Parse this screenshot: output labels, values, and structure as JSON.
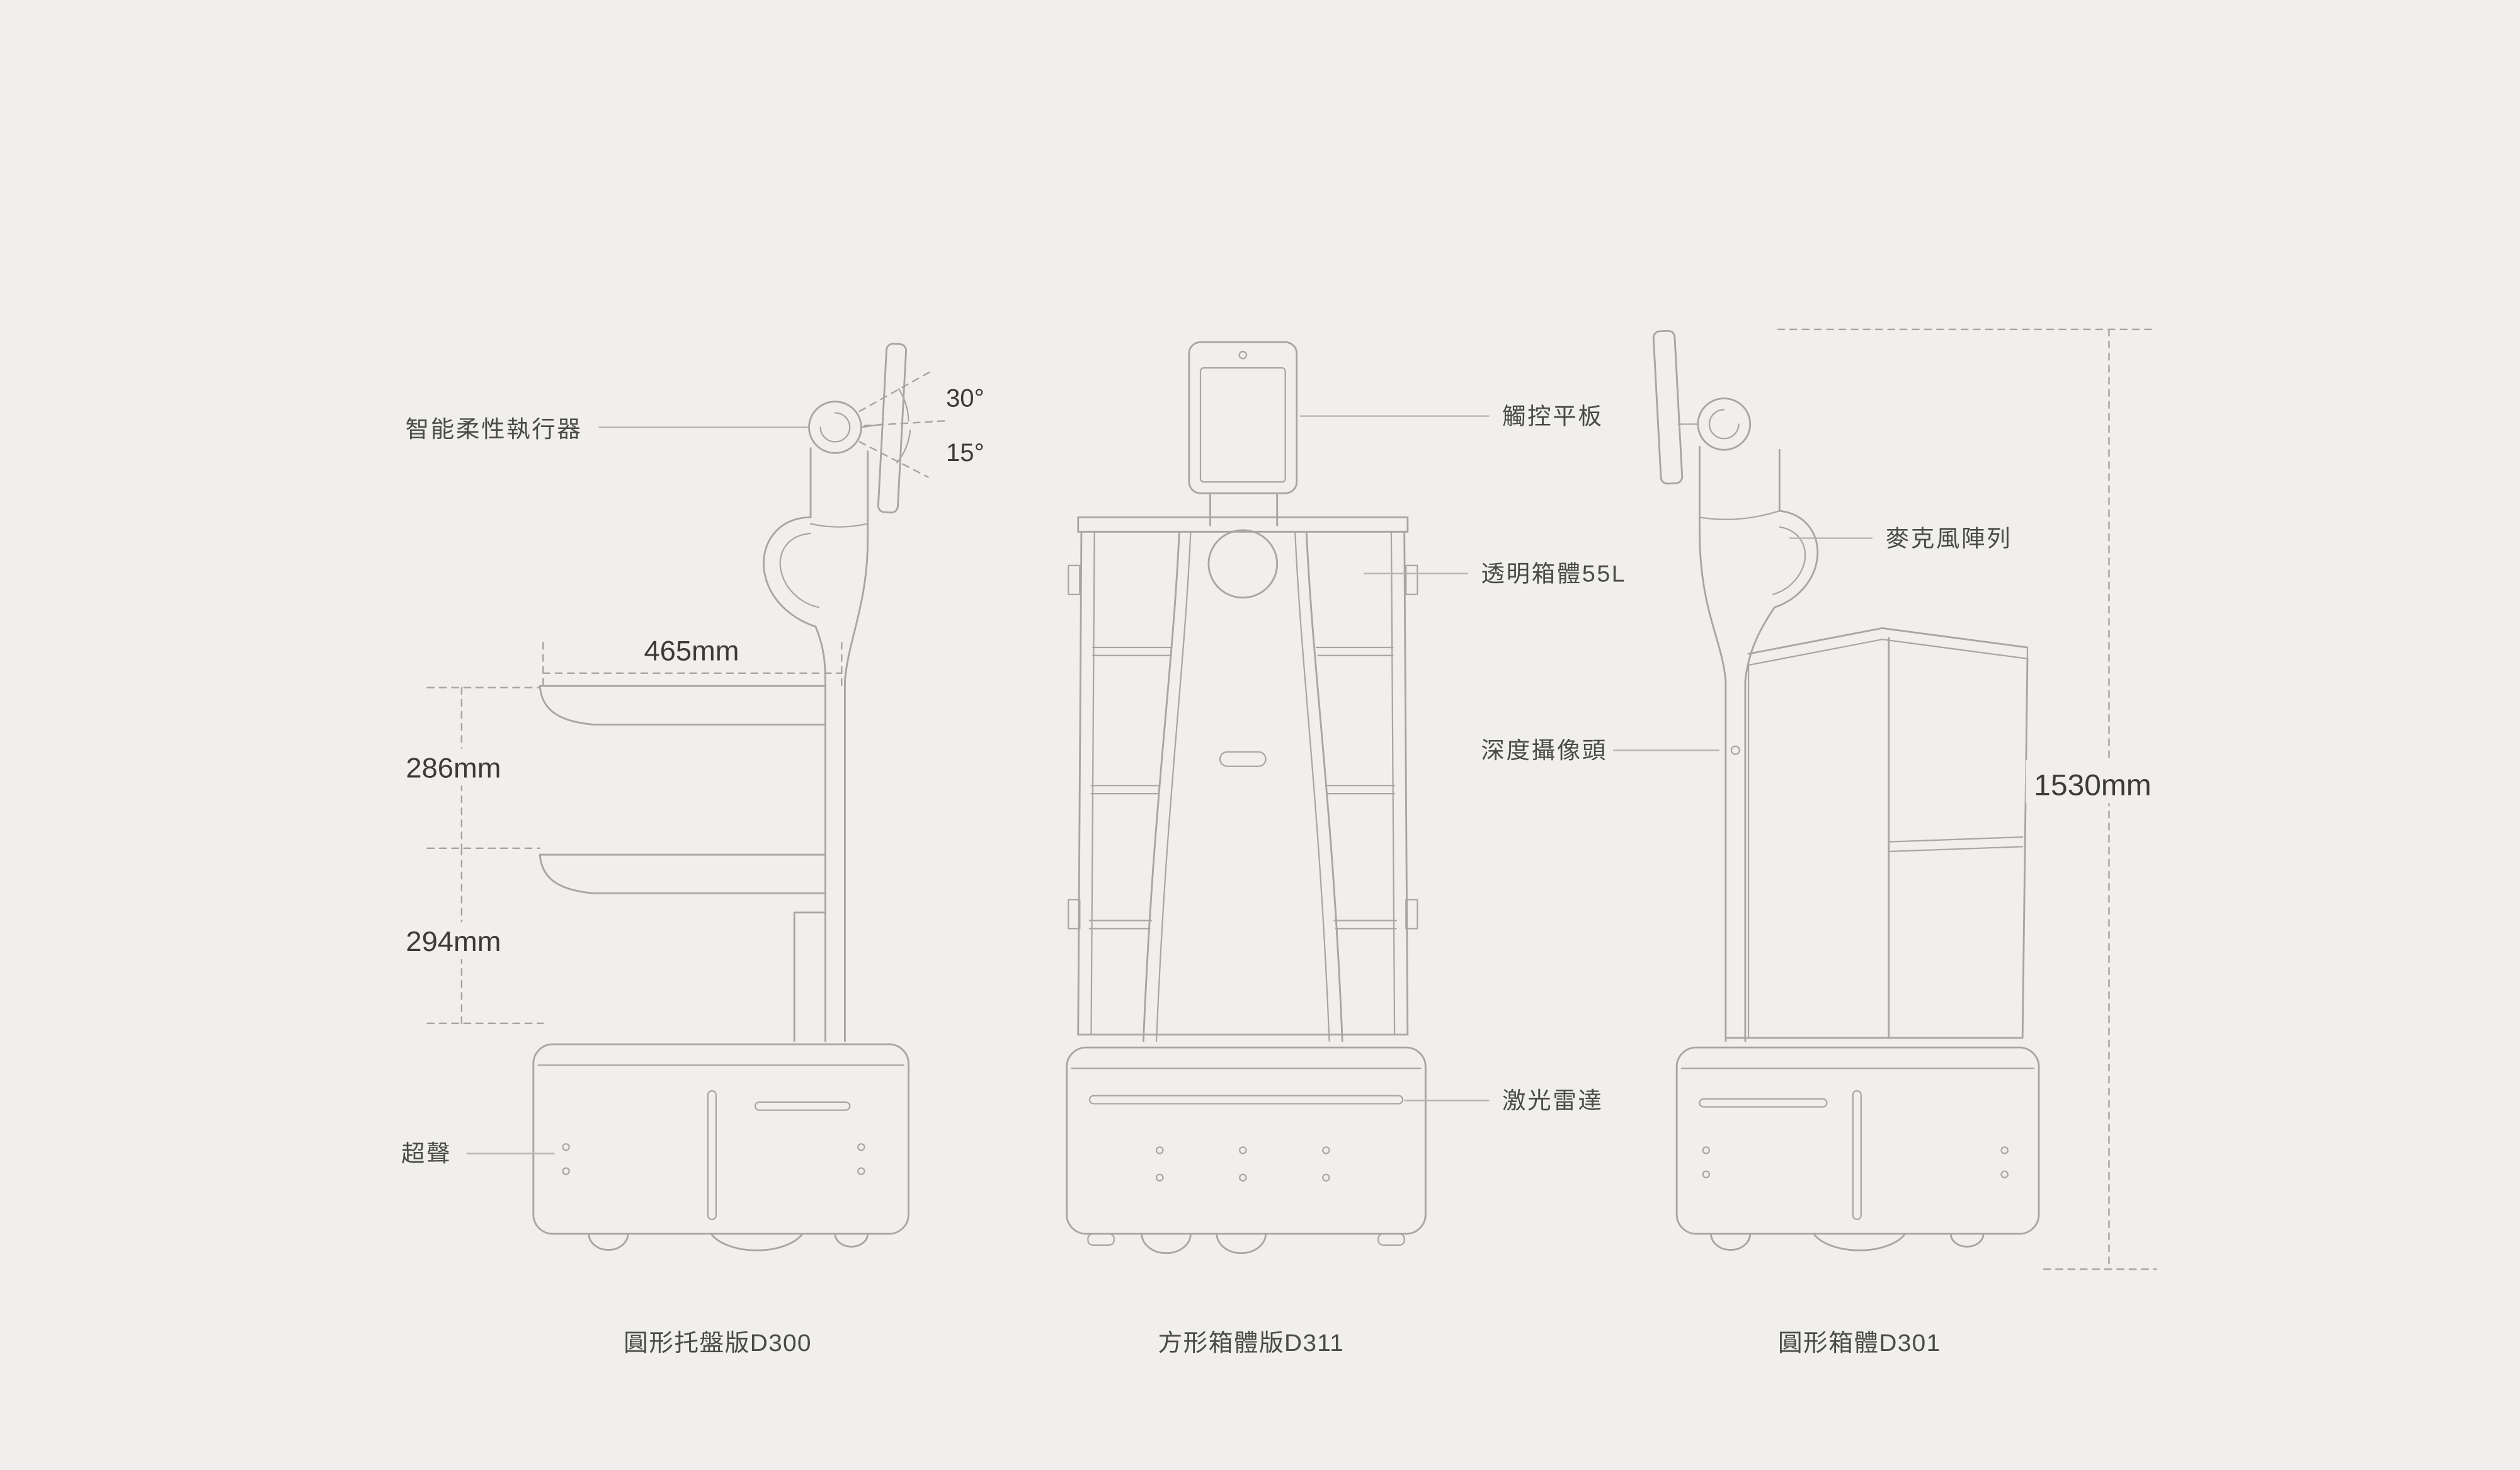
{
  "styles": {
    "bg": "#f0efed",
    "line": "#a8a5a2",
    "leader": "#b5b2af",
    "text": "#4a4a48",
    "dimtext": "#3c3b39"
  },
  "robots": [
    {
      "id": "d300",
      "caption": "圓形托盤版D300",
      "annotations": {
        "actuator_label": "智能柔性執行器",
        "angle_upper": "30°",
        "angle_lower": "15°",
        "dim_tray_width": "465mm",
        "dim_gap_upper": "286mm",
        "dim_gap_lower": "294mm",
        "ultrasonic_label": "超聲"
      }
    },
    {
      "id": "d311",
      "caption": "方形箱體版D311",
      "annotations": {
        "tablet_label": "觸控平板",
        "cabinet_label": "透明箱體55L",
        "depth_camera_label": "深度攝像頭",
        "lidar_label": "激光雷達"
      }
    },
    {
      "id": "d301",
      "caption": "圓形箱體D301",
      "annotations": {
        "mic_array_label": "麥克風陣列",
        "dim_height": "1530mm"
      }
    }
  ]
}
